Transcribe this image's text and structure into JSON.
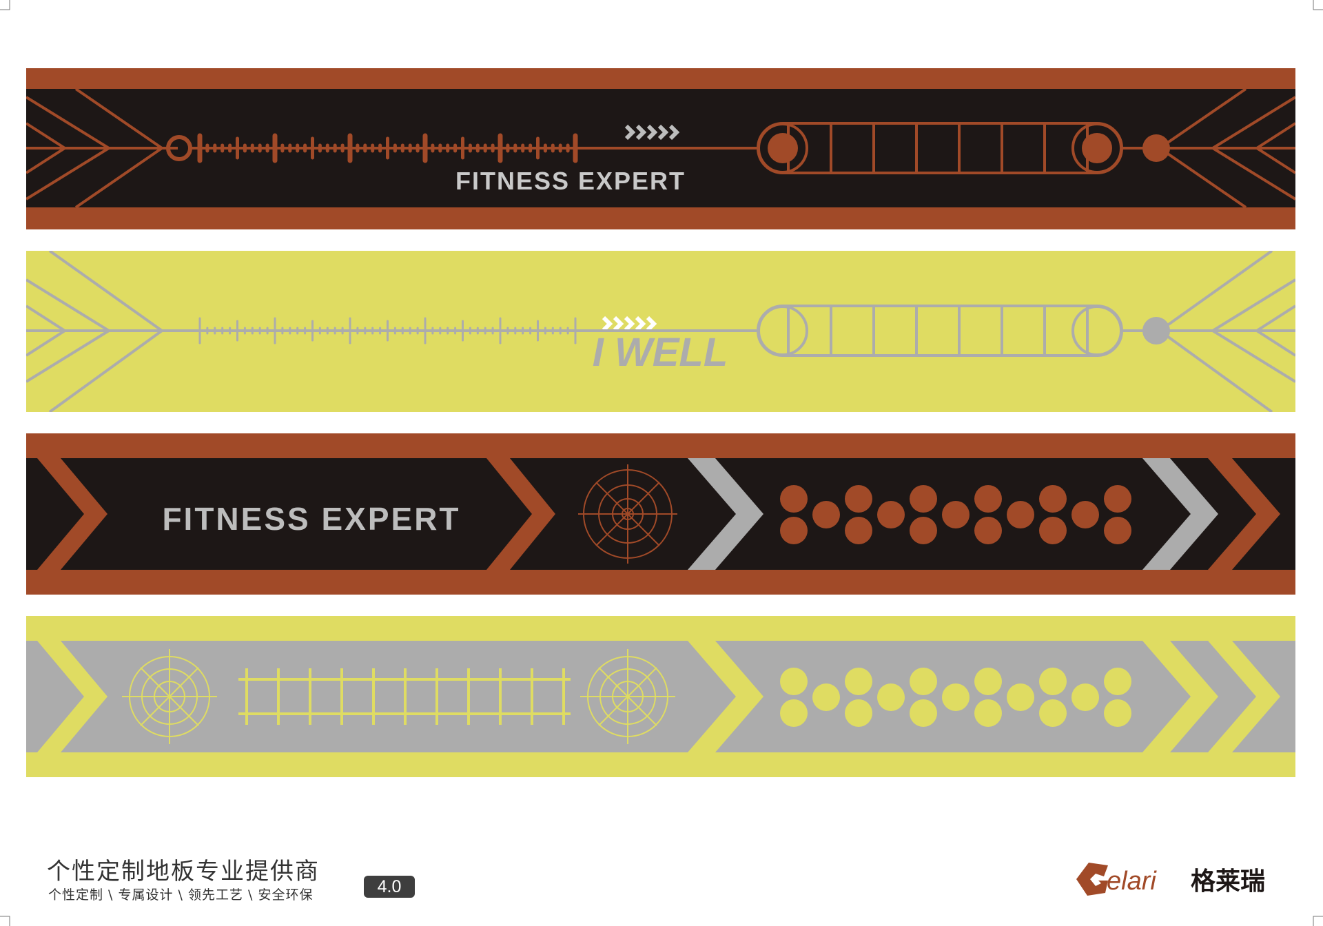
{
  "colors": {
    "rust": "#a14a28",
    "dark": "#1d1716",
    "yellow": "#dfdc62",
    "gray": "#acacac",
    "white": "#ffffff"
  },
  "bands": [
    {
      "name": "band-fitness-expert-dark",
      "text": "FITNESS EXPERT"
    },
    {
      "name": "band-iwell-yellow",
      "text": "I WELL"
    },
    {
      "name": "band-fitness-expert-chevron",
      "text": "FITNESS EXPERT"
    },
    {
      "name": "band-gray-targets",
      "text": ""
    }
  ],
  "footer": {
    "title": "个性定制地板专业提供商",
    "subtitle": "个性定制 \\ 专属设计 \\ 领先工艺 \\ 安全环保",
    "version": "4.0"
  },
  "brand": {
    "latin": "elari",
    "chinese": "格莱瑞",
    "icon": "gelari-g-logo-icon"
  }
}
